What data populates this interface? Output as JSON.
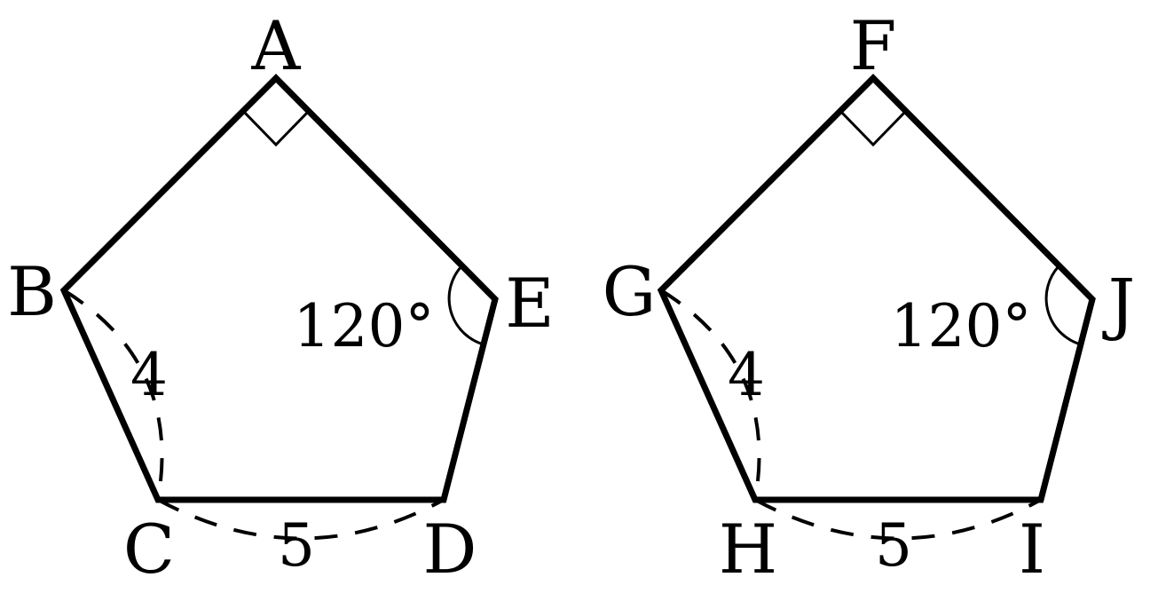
{
  "figures": [
    {
      "vertices": {
        "top": "A",
        "left": "B",
        "bottom_left": "C",
        "bottom_right": "D",
        "right": "E"
      },
      "angle_label": "120°",
      "side_left_label": "4",
      "side_bottom_label": "5"
    },
    {
      "vertices": {
        "top": "F",
        "left": "G",
        "bottom_left": "H",
        "bottom_right": "I",
        "right": "J"
      },
      "angle_label": "120°",
      "side_left_label": "4",
      "side_bottom_label": "5"
    }
  ]
}
